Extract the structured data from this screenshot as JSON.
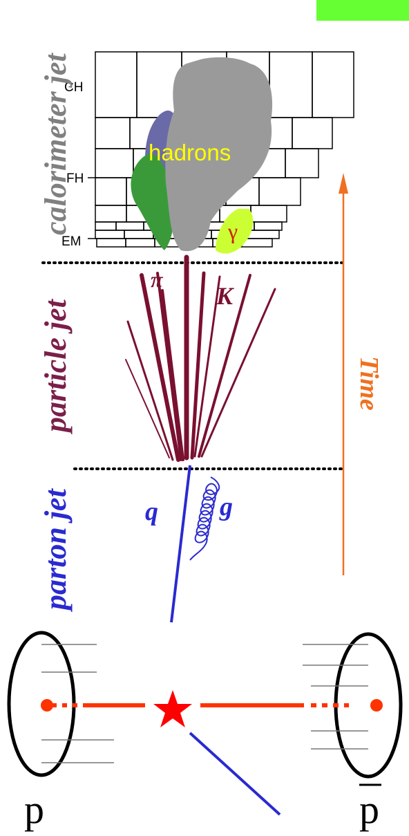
{
  "labels": {
    "calorimeter_jet": "calorimeter jet",
    "particle_jet": "particle jet",
    "parton_jet": "parton jet",
    "time": "Time",
    "hadrons": "hadrons",
    "ch": "CH",
    "fh": "FH",
    "em": "EM",
    "pi": "π",
    "k": "K",
    "gamma": "γ",
    "q": "q",
    "g": "g",
    "p": "p",
    "pbar": "p"
  },
  "colors": {
    "calorimeter_label": "#808080",
    "particle_label": "#7a1f4a",
    "parton_label": "#2a2ad0",
    "time": "#f07020",
    "green_corner_block": "#66ff33",
    "hadron_cloud": "#9a9a9a",
    "blue_cloud": "#6a6aa8",
    "green_cloud": "#3a9a3a",
    "photon_cloud": "#ccff33",
    "particle_tracks": "#7a1030",
    "parton": "#2a2ad0",
    "beam": "#ff3300",
    "star": "#ff0000"
  }
}
